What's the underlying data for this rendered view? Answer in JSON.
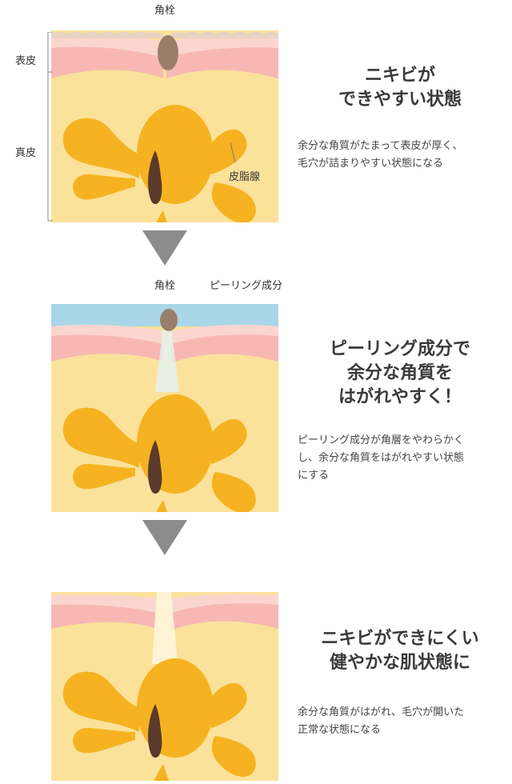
{
  "panels": [
    {
      "labels": {
        "plug": "角栓",
        "epidermis": "表皮",
        "dermis": "真皮",
        "sebaceous": "皮脂腺"
      },
      "heading": "ニキビが\nできやすい状態",
      "body": "余分な角質がたまって表皮が厚く、\n毛穴が詰まりやすい状態になる"
    },
    {
      "labels": {
        "plug": "角栓",
        "peeling": "ピーリング成分"
      },
      "heading": "ピーリング成分で\n余分な角質を\nはがれやすく！",
      "body": "ピーリング成分が角層をやわらかく\nし、余分な角質をはがれやすい状態\nにする"
    },
    {
      "labels": {},
      "heading": "ニキビができにくい\n健やかな肌状態に",
      "body": "余分な角質がはがれ、毛穴が開いた\n正常な状態になる"
    }
  ],
  "colors": {
    "dermis": "#fbe29b",
    "epidermis": "#f7b8b3",
    "epidermis_light": "#fbd6cf",
    "gland": "#f6b221",
    "gland_dark": "#e9a01a",
    "hair": "#5a3a2a",
    "plug": "#9a7e6a",
    "peeling": "#a9d6e8",
    "arrow": "#8c8c8c"
  }
}
